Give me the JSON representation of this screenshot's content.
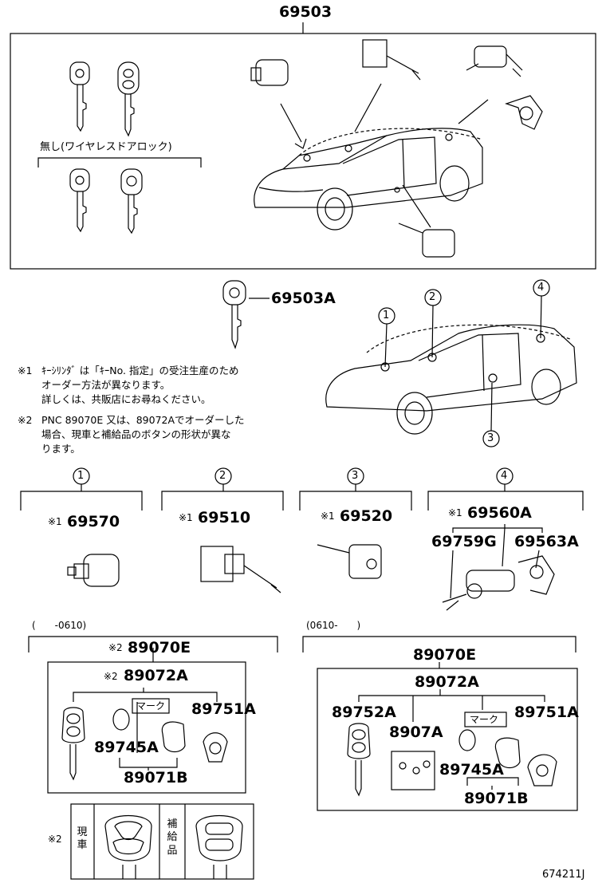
{
  "top": {
    "part_no": "69503",
    "label_no_wireless": "無し(ワイヤレスドアロック)"
  },
  "key_part": "69503A",
  "notes": {
    "n1_mark": "※1",
    "n1_line1": "ｷｰｼﾘﾝﾀﾞ は「ｷｰNo. 指定」の受注生産のため",
    "n1_line2": "オーダー方法が異なります。",
    "n1_line3": "詳しくは、共販店にお尋ねください。",
    "n2_mark": "※2",
    "n2_line1": "PNC 89070E 又は、89072Aでオーダーした",
    "n2_line2": "場合、現車と補給品のボタンの形状が異な",
    "n2_line3": "ります。"
  },
  "callouts": [
    "1",
    "2",
    "3",
    "4"
  ],
  "groups": {
    "g1": {
      "num": "1",
      "mark": "※1",
      "part": "69570"
    },
    "g2": {
      "num": "2",
      "mark": "※1",
      "part": "69510"
    },
    "g3": {
      "num": "3",
      "mark": "※1",
      "part": "69520"
    },
    "g4": {
      "num": "4",
      "mark": "※1",
      "part": "69560A",
      "sub_left": "69759G",
      "sub_right": "69563A"
    }
  },
  "left_section": {
    "range": "(　　-0610)",
    "mark": "※2",
    "part": "89070E",
    "sub_mark": "※2",
    "sub_part": "89072A",
    "mark_label": "マーク",
    "p_89751A": "89751A",
    "p_89745A": "89745A",
    "p_89071B": "89071B"
  },
  "right_section": {
    "range": "(0610-　　)",
    "part": "89070E",
    "sub_part": "89072A",
    "p_89752A": "89752A",
    "p_8907A": "8907A",
    "p_89751A": "89751A",
    "mark_label": "マーク",
    "p_89745A": "89745A",
    "p_89071B": "89071B"
  },
  "compare": {
    "mark": "※2",
    "current_label": "現車",
    "supply_label": "補給品"
  },
  "figure_id": "674211J"
}
